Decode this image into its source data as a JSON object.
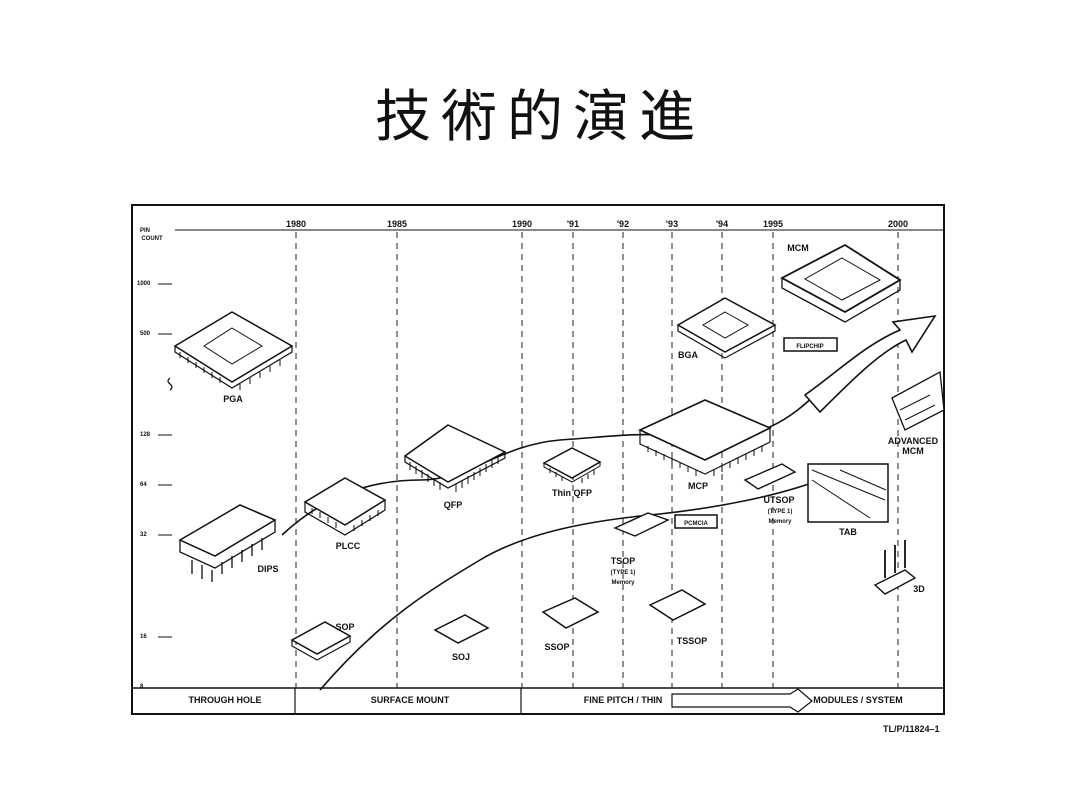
{
  "title": "技術的演進",
  "axis": {
    "y_label_line1": "PIN",
    "y_label_line2": "COUNT",
    "y_ticks": [
      "1000",
      "500",
      "128",
      "64",
      "32",
      "16",
      "8"
    ],
    "x_ticks": [
      "1980",
      "1985",
      "1990",
      "'91",
      "'92",
      "'93",
      "'94",
      "1995",
      "2000"
    ]
  },
  "packages": [
    "PGA",
    "DIPS",
    "PLCC",
    "QFP",
    "Thin QFP",
    "BGA",
    "MCM",
    "MCP",
    "UTSOP",
    "(TYPE 1)",
    "Memory",
    "TSOP",
    "(TYPE 1)",
    "Memory",
    "SOP",
    "SOJ",
    "SSOP",
    "TSSOP",
    "TAB",
    "ADVANCED",
    "MCM",
    "3D"
  ],
  "boxed_labels": [
    "FLIPCHIP",
    "PCMCIA"
  ],
  "eras": [
    "THROUGH HOLE",
    "SURFACE MOUNT",
    "FINE PITCH / THIN",
    "MODULES / SYSTEM"
  ],
  "reference": "TL/P/11824–1",
  "colors": {
    "ink": "#111111",
    "background": "#ffffff"
  }
}
